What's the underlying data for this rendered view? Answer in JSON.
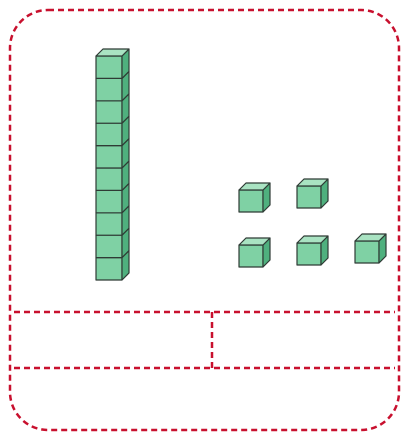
{
  "colors": {
    "border": "#c8102e",
    "cube_front": "#7fd1a4",
    "cube_top": "#a9e3c2",
    "cube_side": "#4fb07e",
    "cube_edge": "#2f3b35",
    "background": "#ffffff"
  },
  "model": {
    "tens_rods": 1,
    "cubes_per_rod": 10,
    "ones_cubes": 5
  },
  "answer_cells": {
    "tens": "",
    "ones": "",
    "total": ""
  }
}
